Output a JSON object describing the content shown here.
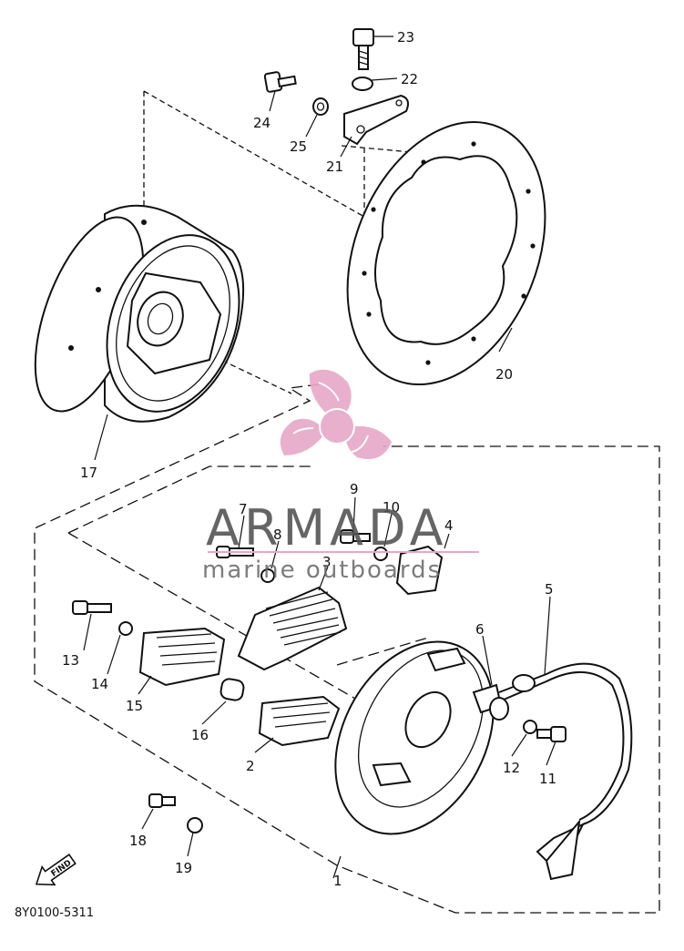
{
  "diagram": {
    "callouts": [
      {
        "id": "c1",
        "label": "1"
      },
      {
        "id": "c2",
        "label": "2"
      },
      {
        "id": "c3",
        "label": "3"
      },
      {
        "id": "c4",
        "label": "4"
      },
      {
        "id": "c5",
        "label": "5"
      },
      {
        "id": "c6",
        "label": "6"
      },
      {
        "id": "c7",
        "label": "7"
      },
      {
        "id": "c8",
        "label": "8"
      },
      {
        "id": "c9",
        "label": "9"
      },
      {
        "id": "c10",
        "label": "10"
      },
      {
        "id": "c11",
        "label": "11"
      },
      {
        "id": "c12",
        "label": "12"
      },
      {
        "id": "c13",
        "label": "13"
      },
      {
        "id": "c14",
        "label": "14"
      },
      {
        "id": "c15",
        "label": "15"
      },
      {
        "id": "c16",
        "label": "16"
      },
      {
        "id": "c17",
        "label": "17"
      },
      {
        "id": "c18",
        "label": "18"
      },
      {
        "id": "c19",
        "label": "19"
      },
      {
        "id": "c20",
        "label": "20"
      },
      {
        "id": "c21",
        "label": "21"
      },
      {
        "id": "c22",
        "label": "22"
      },
      {
        "id": "c23",
        "label": "23"
      },
      {
        "id": "c24",
        "label": "24"
      },
      {
        "id": "c25",
        "label": "25"
      }
    ],
    "find_label": "FIND",
    "part_code": "8Y0100-5311"
  },
  "watermark": {
    "brand": "ARMADA",
    "tagline": "marine outboards",
    "logo_color": "#e6a8c8",
    "text_color": "#555555"
  }
}
